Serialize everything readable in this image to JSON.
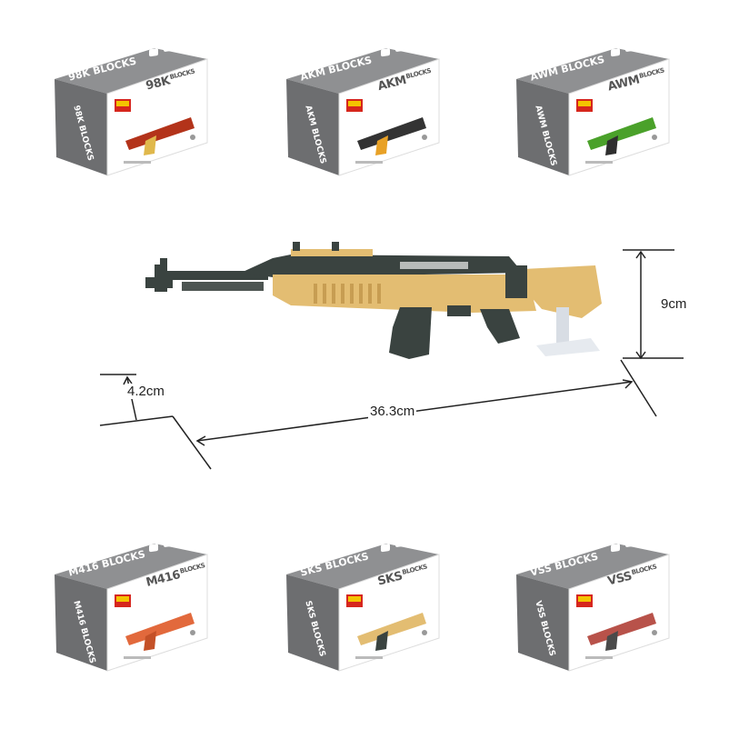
{
  "dimensions": {
    "height_label": "9cm",
    "width_label": "4.2cm",
    "length_label": "36.3cm"
  },
  "boxes": [
    {
      "id": "98k",
      "model": "98K",
      "subtitle": "BLOCKS",
      "spine": "98K",
      "vertical": "98K BLOCKS",
      "gun_color": "#b3331a",
      "accent": "#e0b84c"
    },
    {
      "id": "akm",
      "model": "AKM",
      "subtitle": "BLOCKS",
      "spine": "AKM",
      "vertical": "AKM BLOCKS",
      "gun_color": "#333333",
      "accent": "#e8a126"
    },
    {
      "id": "awm",
      "model": "AWM",
      "subtitle": "BLOCKS",
      "spine": "AWM",
      "vertical": "AWM BLOCKS",
      "gun_color": "#4aa12a",
      "accent": "#2f2f2f"
    },
    {
      "id": "m416",
      "model": "M416",
      "subtitle": "BLOCKS",
      "spine": "M416",
      "vertical": "M416 BLOCKS",
      "gun_color": "#e2693c",
      "accent": "#c45128"
    },
    {
      "id": "sks",
      "model": "SKS",
      "subtitle": "BLOCKS",
      "spine": "SKS",
      "vertical": "SKS BLOCKS",
      "gun_color": "#e3bd72",
      "accent": "#3a4340"
    },
    {
      "id": "vss",
      "model": "VSS",
      "subtitle": "BLOCKS",
      "spine": "VSS",
      "vertical": "VSS BLOCKS",
      "gun_color": "#b8524a",
      "accent": "#4a4a4a"
    }
  ],
  "colors": {
    "box_top": "#8f9092",
    "box_front": "#ffffff",
    "box_side": "#6d6e70",
    "logo_red": "#d6261d",
    "logo_yellow": "#f4c300",
    "rifle_tan": "#e3bd72",
    "rifle_dark": "#3a4340"
  }
}
